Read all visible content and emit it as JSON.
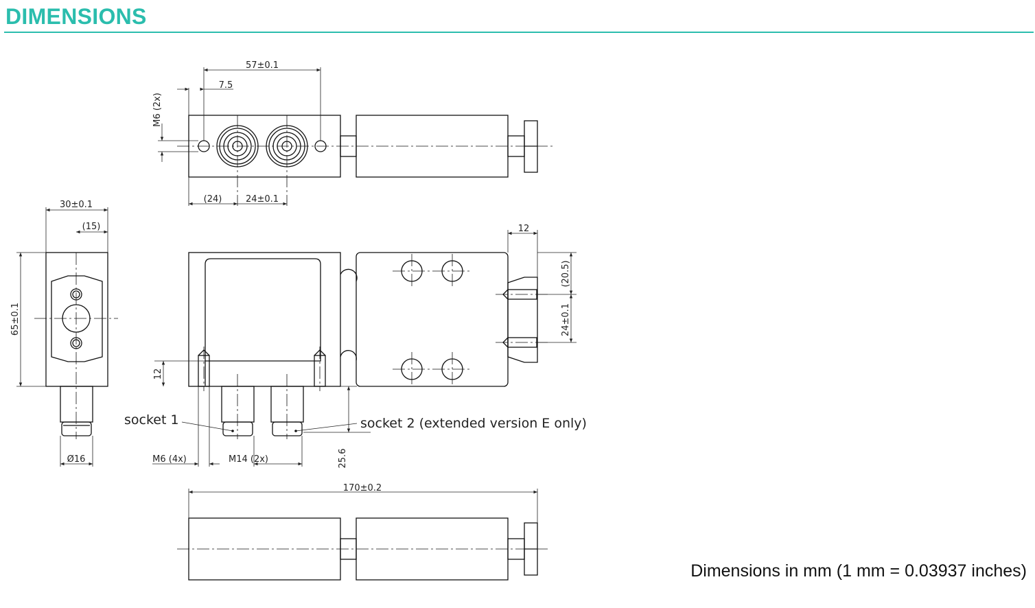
{
  "page": {
    "heading": "DIMENSIONS",
    "accent_color": "#2bbdad",
    "footnote": "Dimensions in mm (1 mm = 0.03937 inches)"
  },
  "dimensions": {
    "top_total": "57±0.1",
    "top_offset": "7.5",
    "top_thread": "M6 (2x)",
    "top_pos1": "(24)",
    "top_pos2": "24±0.1",
    "side_width": "30±0.1",
    "side_half": "(15)",
    "side_height": "65±0.1",
    "side_dia": "Ø16",
    "front_12": "12",
    "front_thread_m6": "M6 (4x)",
    "front_thread_m14": "M14 (2x)",
    "front_25_6": "25.6",
    "right_12": "12",
    "right_20_5": "(20.5)",
    "right_24": "24±0.1",
    "bottom_total": "170±0.2"
  },
  "labels": {
    "socket1": "socket 1",
    "socket2": "socket 2 (extended version E only)"
  }
}
